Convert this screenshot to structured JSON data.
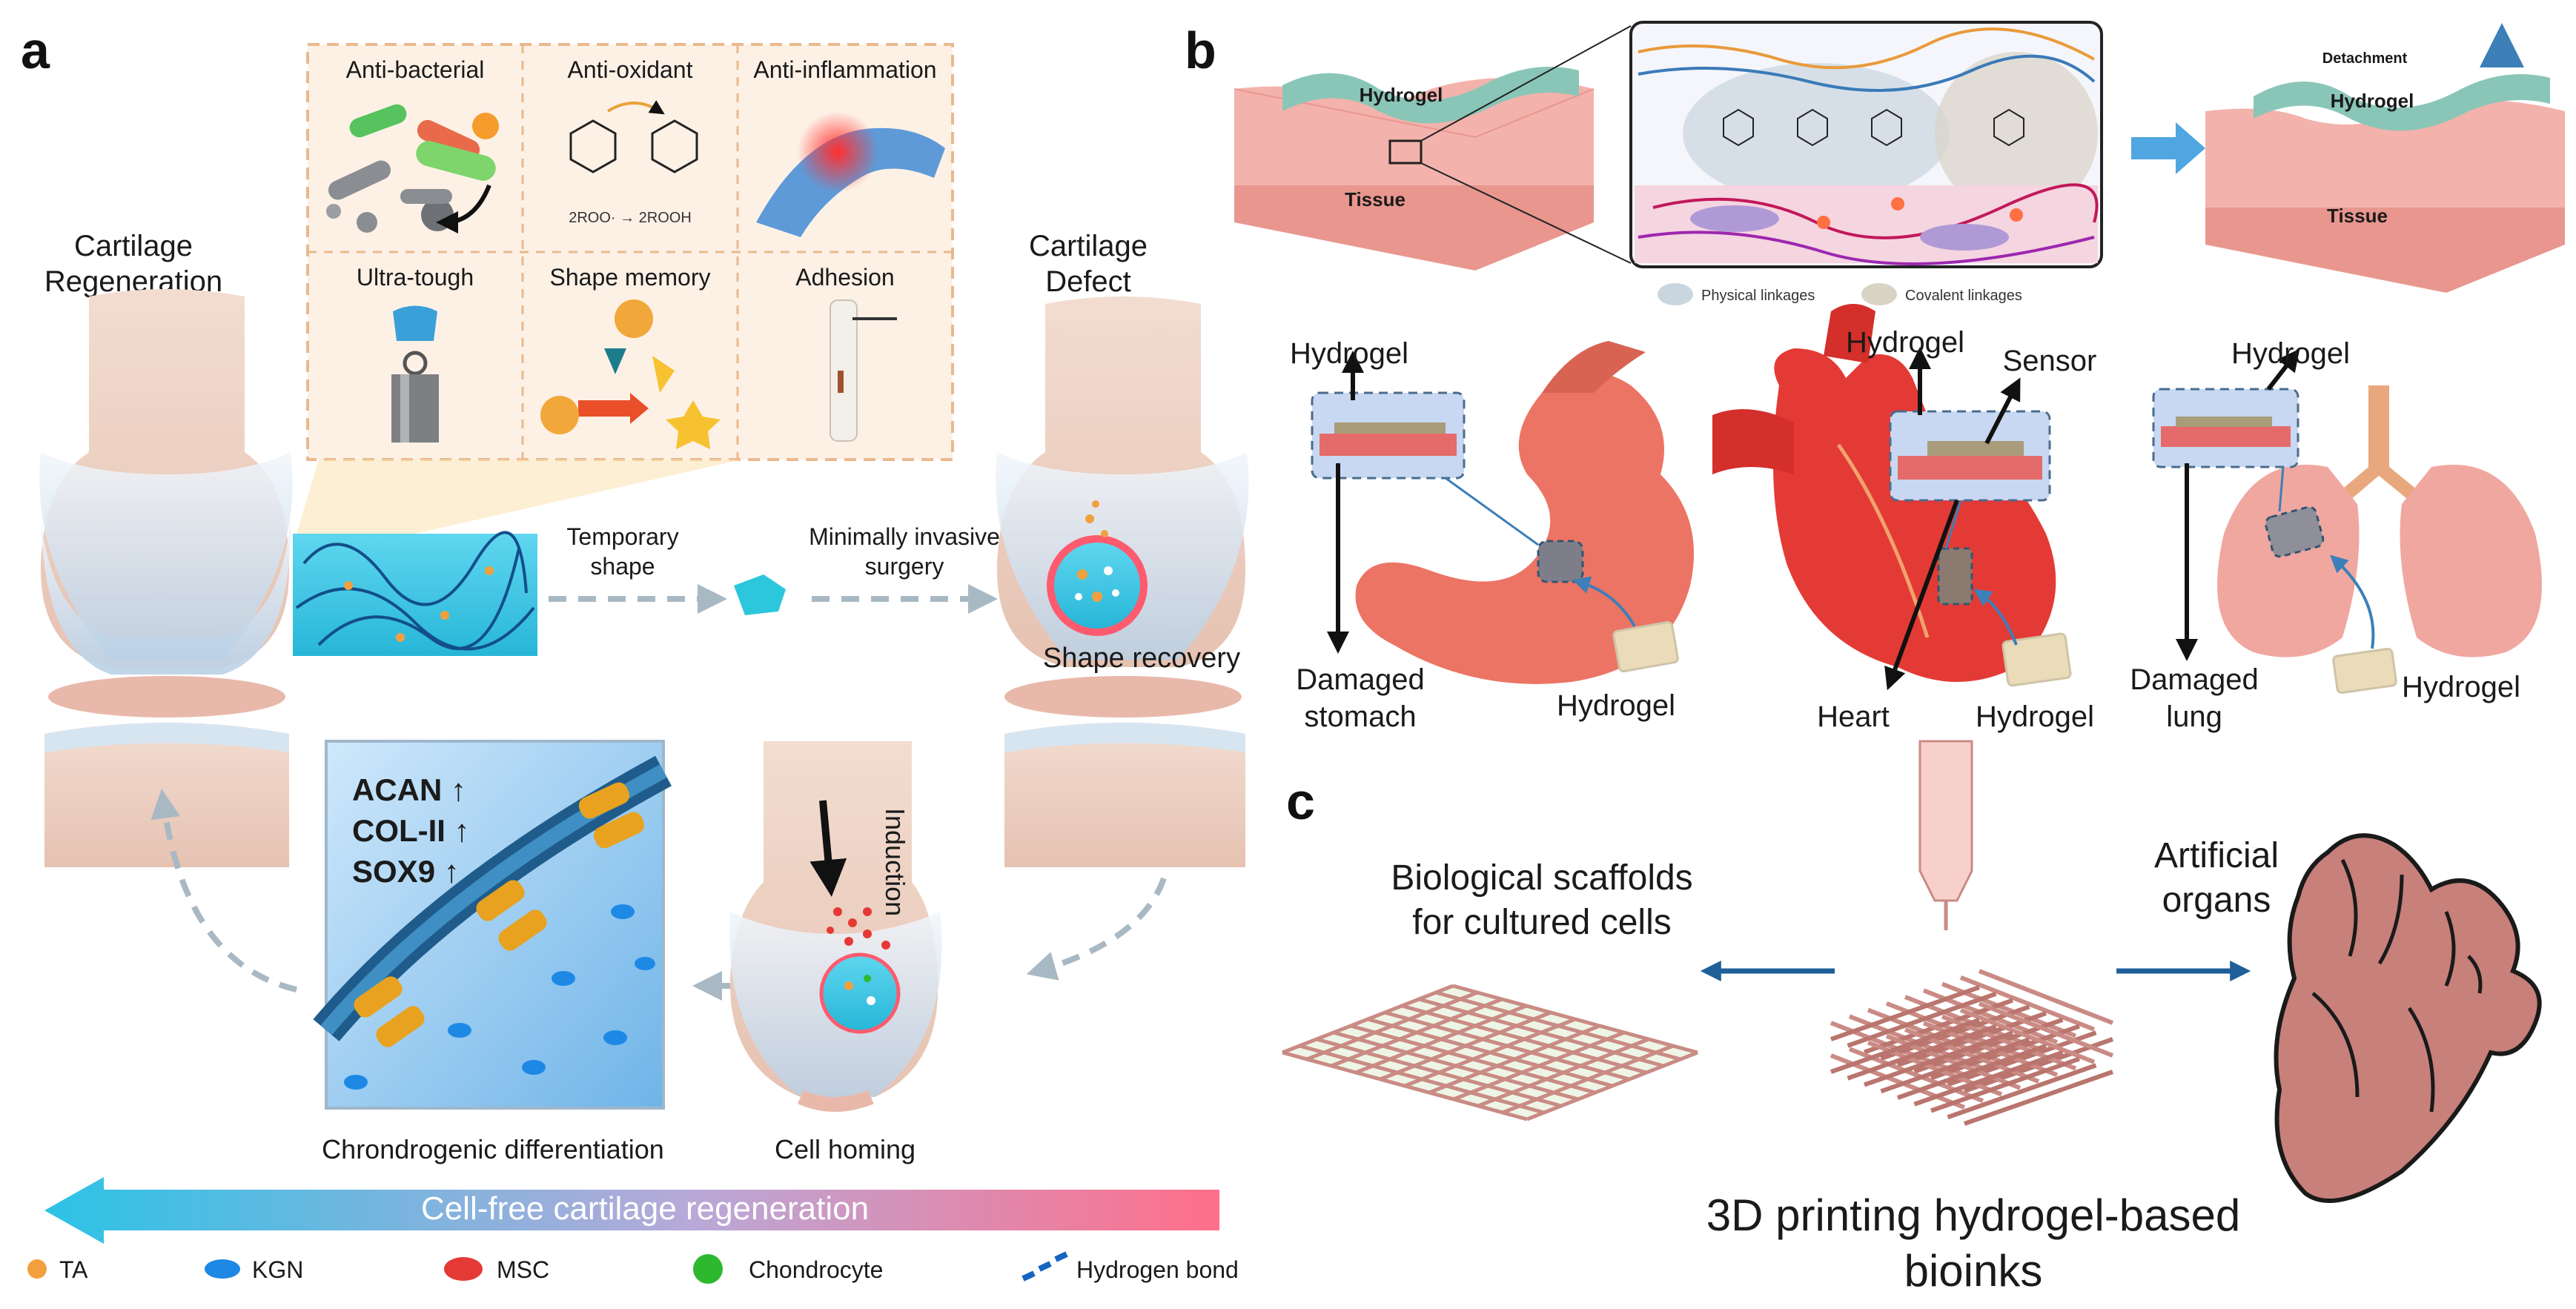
{
  "panel_labels": {
    "a": "a",
    "b": "b",
    "c": "c"
  },
  "panel_a": {
    "properties": [
      "Anti-bacterial",
      "Anti-oxidant",
      "Anti-inflammation",
      "Ultra-tough",
      "Shape memory",
      "Adhesion"
    ],
    "reaction_text": "2ROO· → 2ROOH",
    "left_title": [
      "Cartilage",
      "Regeneration"
    ],
    "right_title": [
      "Cartilage",
      "Defect"
    ],
    "step_temporary": [
      "Temporary",
      "shape"
    ],
    "step_surgery": [
      "Minimally invasive",
      "surgery"
    ],
    "shape_recovery": "Shape recovery",
    "induction": "Induction",
    "markers": [
      "ACAN ↑",
      "COL-II ↑",
      "SOX9 ↑"
    ],
    "chondro_label": "Chrondrogenic differentiation",
    "homing_label": "Cell homing",
    "banner": "Cell-free cartilage regeneration",
    "legend": [
      {
        "label": "TA",
        "color": "#f2a03d"
      },
      {
        "label": "KGN",
        "color": "#1e88e5"
      },
      {
        "label": "MSC",
        "color": "#e53935"
      },
      {
        "label": "Chondrocyte",
        "color": "#2eb82e"
      },
      {
        "label": "Hydrogen bond",
        "color": "#1565c0"
      }
    ]
  },
  "panel_b": {
    "hydrogel": "Hydrogel",
    "tissue": "Tissue",
    "detachment": "Detachment",
    "physical": "Physical linkages",
    "covalent": "Covalent linkages",
    "stomach_hydrogel_top": "Hydrogel",
    "damaged_stomach": [
      "Damaged",
      "stomach"
    ],
    "stomach_hydrogel_bottom": "Hydrogel",
    "heart_hydrogel_top": "Hydrogel",
    "sensor": "Sensor",
    "heart": "Heart",
    "heart_hydrogel_bottom": "Hydrogel",
    "lung_hydrogel_top": "Hydrogel",
    "damaged_lung": [
      "Damaged",
      "lung"
    ],
    "lung_hydrogel_bottom": "Hydrogel"
  },
  "panel_c": {
    "scaffolds": [
      "Biological scaffolds",
      "for cultured cells"
    ],
    "organs": [
      "Artificial",
      "organs"
    ],
    "printing": [
      "3D printing hydrogel-based",
      "bioinks"
    ]
  }
}
